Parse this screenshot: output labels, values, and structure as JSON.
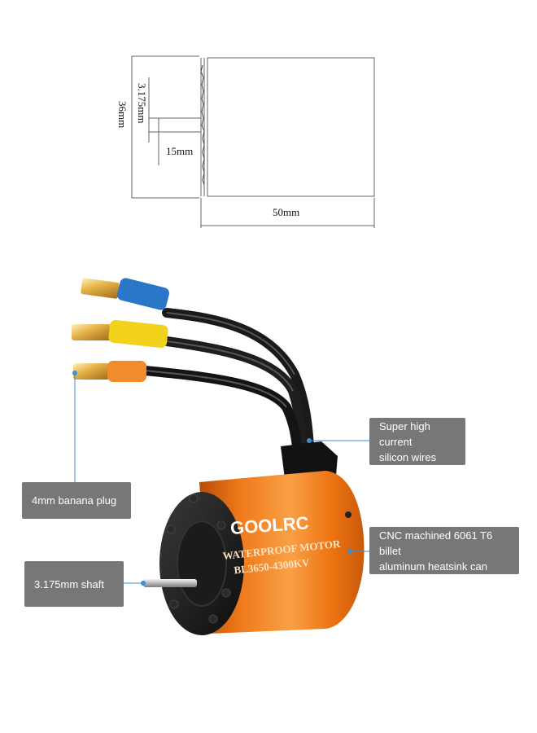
{
  "dimensions": {
    "shaft_diameter": "3.175mm",
    "motor_diameter": "36mm",
    "shaft_length": "15mm",
    "motor_length": "50mm"
  },
  "motor": {
    "brand": "GOOLRC",
    "line1": "WATERPROOF MOTOR",
    "line2": "BL3650-4300KV"
  },
  "callouts": {
    "wires": "Super high current\nsilicon wires",
    "plug": "4mm banana plug",
    "can": "CNC machined 6061 T6 billet\naluminum heatsink can",
    "shaft": "3.175mm shaft"
  },
  "colors": {
    "motor_orange": "#f07a1a",
    "callout_bg": "#777777",
    "leader_line": "#3a8fd6",
    "sleeve_blue": "#2a77c8",
    "sleeve_yellow": "#f3d21c",
    "sleeve_orange": "#f28a2e"
  }
}
